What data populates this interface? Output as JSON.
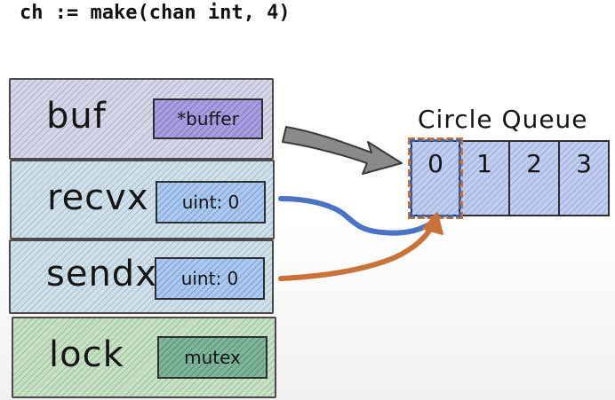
{
  "code": "ch := make(chan int, 4)",
  "fields": {
    "buf": {
      "name": "buf",
      "value": "*buffer"
    },
    "recvx": {
      "name": "recvx",
      "value": "uint: 0"
    },
    "sendx": {
      "name": "sendx",
      "value": "uint: 0"
    },
    "lock": {
      "name": "lock",
      "value": "mutex"
    }
  },
  "queue": {
    "label": "Circle Queue",
    "cells": [
      "0",
      "1",
      "2",
      "3"
    ]
  },
  "colors": {
    "buf_field": "#d6d7e8",
    "recvx_sendx_field": "#cfe0ea",
    "lock_field": "#c7e1c4",
    "queue_cell": "#bfcdef",
    "recvx_arrow": "#4a73c4",
    "sendx_arrow": "#c8733a",
    "buf_arrow": "#6e6e6e"
  }
}
